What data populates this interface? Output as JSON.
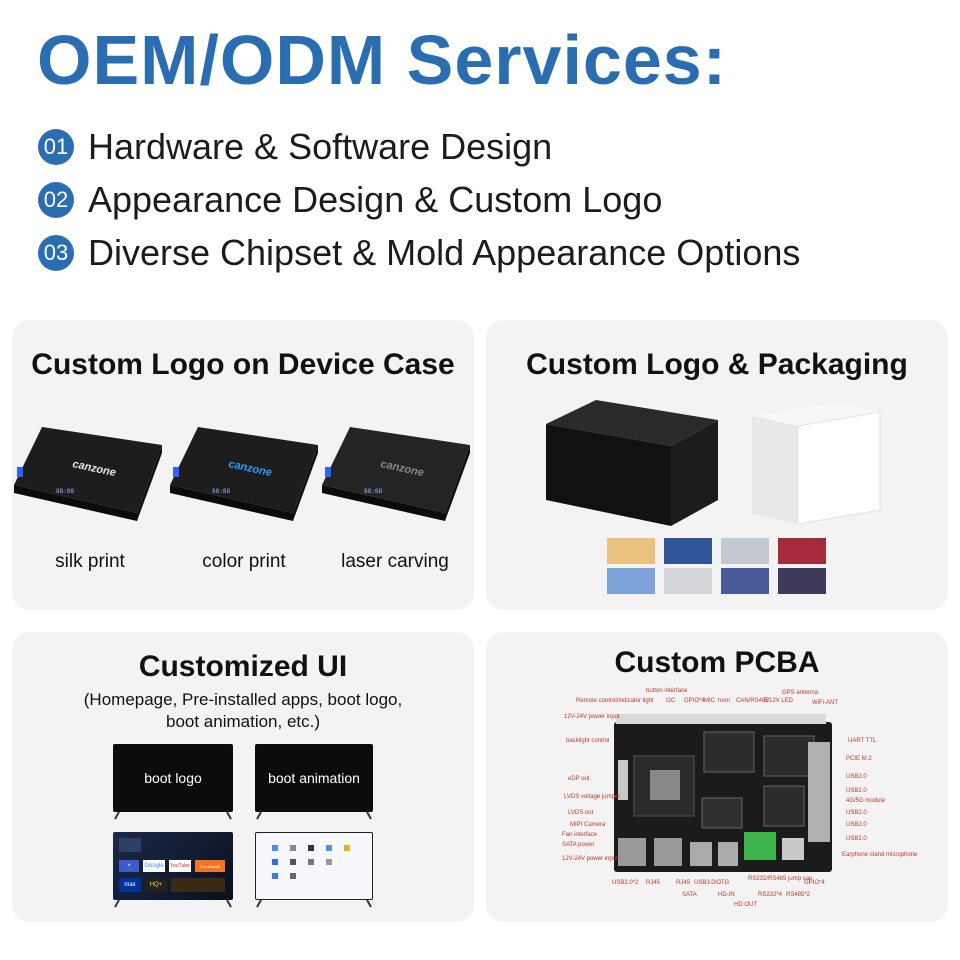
{
  "header": {
    "title": "OEM/ODM Services:"
  },
  "services": [
    {
      "num": "01",
      "text": "Hardware & Software Design"
    },
    {
      "num": "02",
      "text": "Appearance Design & Custom Logo"
    },
    {
      "num": "03",
      "text": "Diverse Chipset & Mold Appearance Options"
    }
  ],
  "cards": {
    "logo_case": {
      "title": "Custom Logo on Device Case",
      "brand": "canzone",
      "options": [
        "silk print",
        "color print",
        "laser carving"
      ]
    },
    "packaging": {
      "title": "Custom Logo & Packaging",
      "swatches": [
        "#e9c27f",
        "#2e5597",
        "#c4c8d0",
        "#a52a3c",
        "#7ea1d7",
        "#d2d4d8",
        "#4a5a98",
        "#3f3a5a"
      ]
    },
    "ui": {
      "title": "Customized UI",
      "subtitle_line1": "(Homepage, Pre-installed apps, boot logo,",
      "subtitle_line2": "boot animation, etc.)",
      "screens": [
        "boot logo",
        "boot animation"
      ],
      "apps": [
        "Google",
        "YouTube",
        "max",
        "HQ+",
        "Crunchyroll"
      ]
    },
    "pcba": {
      "title": "Custom PCBA",
      "labels": [
        "button interface",
        "Remote control/indicator light",
        "I2C",
        "GPIO*4",
        "MIC",
        "horn",
        "CAN/RS485",
        "5/12V LED",
        "GPS antenna",
        "WiFi-ANT",
        "12V-24V power input",
        "backlight control",
        "eDP out",
        "LVDS voltage jumper",
        "LVDS out",
        "MIPI Camera",
        "Fan interface",
        "SATA power",
        "12V-24V power input",
        "UART TTL",
        "PCIE M.2",
        "USB2.0",
        "USB2.0",
        "4G/5G module",
        "USB2.0",
        "USB2.0",
        "USB2.0",
        "Earphone stand microphone",
        "USB2.0*2",
        "RJ45",
        "RJ45",
        "USB3.0/OTG",
        "RS232/RS485 jump cap",
        "GPIO*4",
        "SATA",
        "HD-IN",
        "RS232*4",
        "RS485*2",
        "HD OUT"
      ]
    }
  }
}
